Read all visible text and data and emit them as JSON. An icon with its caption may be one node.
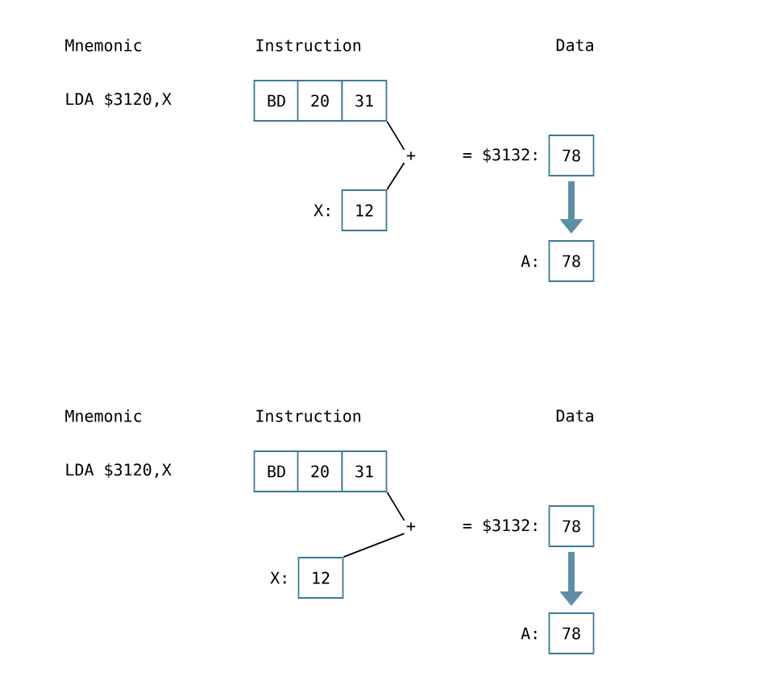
{
  "diagram": {
    "nodes": [
      {
        "text": [
          "BD"
        ]
      },
      {
        "text": [
          "20"
        ]
      },
      {
        "text": [
          "31"
        ]
      },
      {
        "text": [
          "12"
        ],
        "beside": [
          "X:"
        ]
      },
      {
        "text": [
          "+"
        ]
      },
      {
        "text": [
          "78"
        ],
        "beside": [
          "= $3132:"
        ]
      },
      {
        "text": [
          "78"
        ],
        "beside": [
          "A:"
        ]
      },
      {
        "text": [
          "BD"
        ]
      },
      {
        "text": [
          "20"
        ]
      },
      {
        "text": [
          "31"
        ]
      },
      {
        "text": [
          "12"
        ],
        "beside": [
          "X:"
        ]
      },
      {
        "text": [
          "+"
        ]
      },
      {
        "text": [
          "78"
        ],
        "beside": [
          "= $3132:"
        ]
      },
      {
        "text": [
          "78"
        ],
        "beside": [
          "A:"
        ]
      }
    ],
    "edges": [
      {
        "from": 2,
        "to": 4,
        "arrow": "none"
      },
      {
        "from": 3,
        "to": 4,
        "arrow": "none"
      },
      {
        "from": 5,
        "to": 6,
        "arrow": "to",
        "style": "thick",
        "color": "#5b8fa8"
      },
      {
        "from": 9,
        "to": 11,
        "arrow": "none"
      },
      {
        "from": 10,
        "to": 11,
        "arrow": "none"
      },
      {
        "from": 12,
        "to": 13,
        "arrow": "to",
        "style": "thick",
        "color": "#5b8fa8"
      }
    ],
    "labels": [
      "Mnemonic",
      "Instruction",
      "Data",
      "LDA $3120,X",
      "Mnemonic",
      "Instruction",
      "Data",
      "LDA $3120,X"
    ]
  }
}
